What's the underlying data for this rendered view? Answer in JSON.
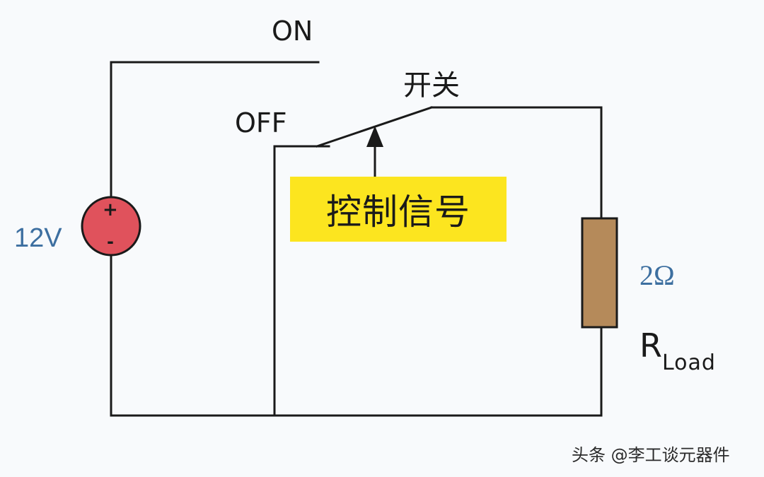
{
  "labels": {
    "on": "ON",
    "off": "OFF",
    "switch": "开关",
    "voltage": "12V",
    "resistance": "2Ω",
    "load_main": "R",
    "load_sub": "Load",
    "control_signal": "控制信号",
    "plus": "+",
    "minus": "-"
  },
  "watermark": "头条 @李工谈元器件",
  "colors": {
    "wire": "#1a1a1a",
    "source_fill": "#e0525c",
    "resistor_fill": "#b58a5a",
    "control_box": "#fce51f",
    "label_blue": "#3d6fa0"
  }
}
